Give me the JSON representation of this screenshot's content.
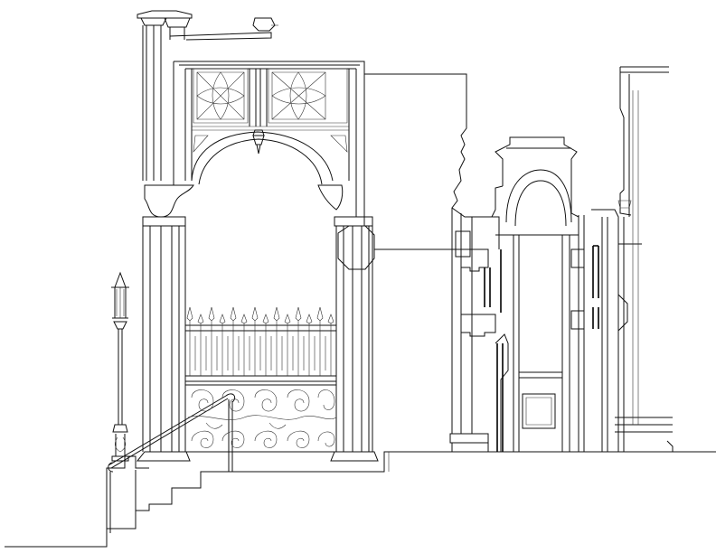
{
  "drawing": {
    "type": "architectural elevation line drawing",
    "colors": {
      "line": "#111111",
      "background": "#ffffff"
    },
    "elements": [
      "street-lamp",
      "stair",
      "handrail",
      "entry-arch-portal",
      "iron-gate",
      "adjacent-facade-section",
      "right-facade-section"
    ],
    "text_labels": []
  }
}
